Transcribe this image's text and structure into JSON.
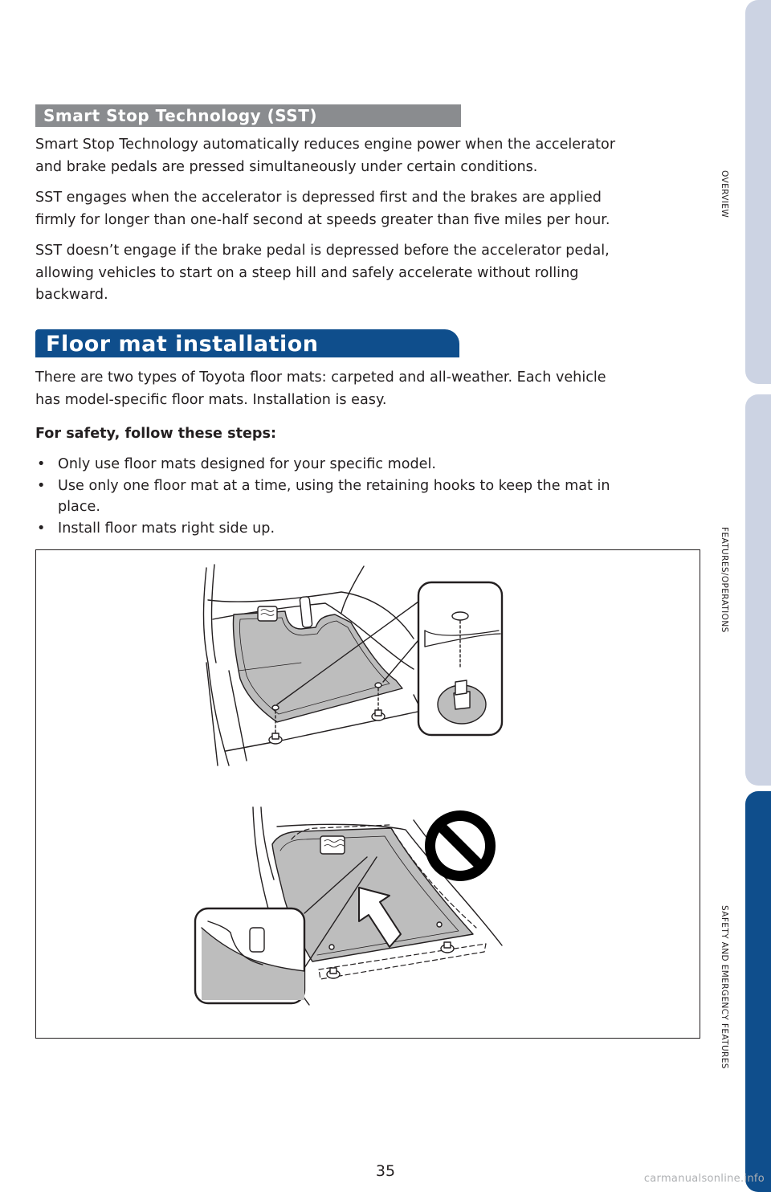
{
  "sst": {
    "heading": "Smart Stop Technology (SST)",
    "p1_l1": "Smart Stop Technology automatically reduces engine power when the accelerator",
    "p1_l2": "and brake pedals are pressed simultaneously under certain conditions.",
    "p2_l1": "SST engages when the accelerator is depressed first and the brakes are applied",
    "p2_l2": "firmly for longer than one-half second at speeds greater than five miles per hour.",
    "p3_l1": "SST doesn’t engage if the brake pedal is depressed before the accelerator pedal,",
    "p3_l2": "allowing vehicles to start on a steep hill and safely accelerate without rolling",
    "p3_l3": "backward."
  },
  "floor_mat": {
    "heading": "Floor mat installation",
    "intro_l1": "There are two types of Toyota floor mats: carpeted and all-weather. Each vehicle",
    "intro_l2": "has model-specific floor mats. Installation is easy.",
    "steps_title": "For safety, follow these steps:",
    "bullet_symbol": "•",
    "bullet1": "Only use floor mats designed for your specific model.",
    "bullet2_l1": "Use only one floor mat at a time, using the retaining hooks to keep the mat in",
    "bullet2_l2": "place.",
    "bullet3": "Install floor mats right side up."
  },
  "side_tabs": [
    {
      "label": "OVERVIEW",
      "color": "#ccd3e3",
      "active": false
    },
    {
      "label": "FEATURES/OPERATIONS",
      "color": "#ccd3e3",
      "active": false
    },
    {
      "label": "SAFETY AND EMERGENCY FEATURES",
      "color": "#0f4e8c",
      "active": true
    }
  ],
  "colors": {
    "sst_header": "#8a8c8f",
    "section_header": "#0f4e8c",
    "mat_fill": "#bdbdbd",
    "prohibition": "#000000"
  },
  "page_number": "35",
  "watermark": "carmanualsonline.info"
}
